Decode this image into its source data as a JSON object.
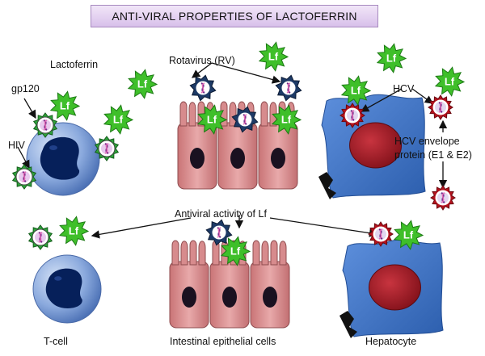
{
  "title": "ANTI-VIRAL PROPERTIES OF LACTOFERRIN",
  "labels": {
    "lactoferrin": "Lactoferrin",
    "gp120": "gp120",
    "hiv": "HIV",
    "rotavirus": "Rotavirus (RV)",
    "hcv": "HCV",
    "hcv_env_1": "HCV envelope",
    "hcv_env_2": "protein (E1 & E2)",
    "antiviral": "Antiviral activity of Lf",
    "tcell": "T-cell",
    "intestinal": "Intestinal epithelial cells",
    "hepatocyte": "Hepatocyte"
  },
  "lf_text": "Lf",
  "colors": {
    "lf_green": "#3fbf2a",
    "lf_dark": "#1c7a14",
    "hiv_green": "#2ea33a",
    "rota_navy": "#1d3a66",
    "hcv_red": "#b3121d",
    "tcell_blue": "#6f95d4",
    "nucleus_navy": "#06205a",
    "hepatocyte_blue": "#3d74c8",
    "hepatocyte_nucleus": "#a3232d",
    "epithelial_pink": "#d98e90",
    "title_purple": "#dcc6ee"
  }
}
